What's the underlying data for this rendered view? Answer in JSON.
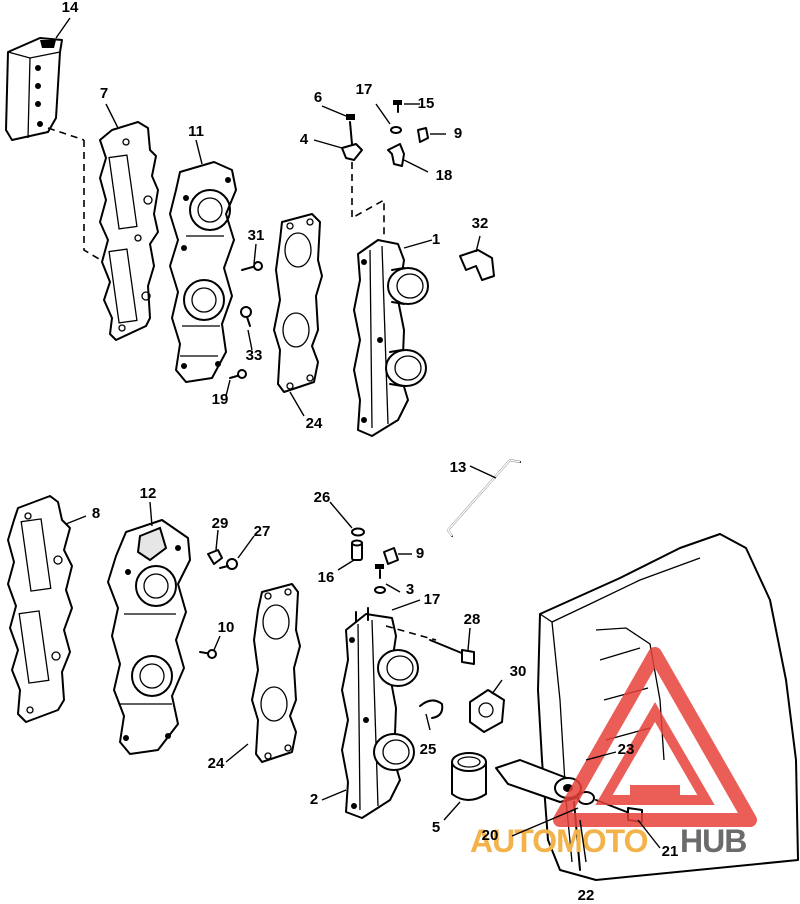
{
  "diagram": {
    "part_labels": [
      {
        "id": "p14",
        "text": "14"
      },
      {
        "id": "p7",
        "text": "7"
      },
      {
        "id": "p11",
        "text": "11"
      },
      {
        "id": "p6",
        "text": "6"
      },
      {
        "id": "p17a",
        "text": "17"
      },
      {
        "id": "p15",
        "text": "15"
      },
      {
        "id": "p4",
        "text": "4"
      },
      {
        "id": "p9a",
        "text": "9"
      },
      {
        "id": "p18",
        "text": "18"
      },
      {
        "id": "p1",
        "text": "1"
      },
      {
        "id": "p32",
        "text": "32"
      },
      {
        "id": "p31",
        "text": "31"
      },
      {
        "id": "p33",
        "text": "33"
      },
      {
        "id": "p19",
        "text": "19"
      },
      {
        "id": "p24a",
        "text": "24"
      },
      {
        "id": "p13",
        "text": "13"
      },
      {
        "id": "p8",
        "text": "8"
      },
      {
        "id": "p12",
        "text": "12"
      },
      {
        "id": "p26",
        "text": "26"
      },
      {
        "id": "p29",
        "text": "29"
      },
      {
        "id": "p27",
        "text": "27"
      },
      {
        "id": "p9b",
        "text": "9"
      },
      {
        "id": "p16",
        "text": "16"
      },
      {
        "id": "p3",
        "text": "3"
      },
      {
        "id": "p17b",
        "text": "17"
      },
      {
        "id": "p28",
        "text": "28"
      },
      {
        "id": "p10",
        "text": "10"
      },
      {
        "id": "p30",
        "text": "30"
      },
      {
        "id": "p25",
        "text": "25"
      },
      {
        "id": "p23",
        "text": "23"
      },
      {
        "id": "p24b",
        "text": "24"
      },
      {
        "id": "p2",
        "text": "2"
      },
      {
        "id": "p5",
        "text": "5"
      },
      {
        "id": "p20",
        "text": "20"
      },
      {
        "id": "p21",
        "text": "21"
      },
      {
        "id": "p22",
        "text": "22"
      }
    ]
  },
  "watermark": {
    "text_part1": "AUTOMOTO",
    "text_part2": "HUB",
    "color_part1": "#f3b34a",
    "color_part2": "#6b6b6b",
    "triangle_color": "#e8423c"
  }
}
